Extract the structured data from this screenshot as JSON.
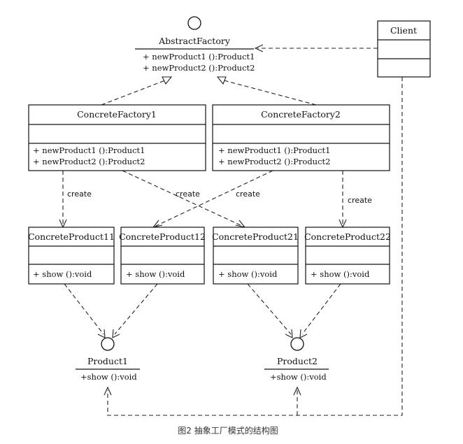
{
  "diagram": {
    "abstract_factory": {
      "name": "AbstractFactory",
      "methods": [
        "+ newProduct1 ():Product1",
        "+ newProduct2 ():Product2"
      ]
    },
    "client": {
      "name": "Client"
    },
    "concrete_factory_1": {
      "name": "ConcreteFactory1",
      "methods": [
        "+ newProduct1 ():Product1",
        "+ newProduct2 ():Product2"
      ]
    },
    "concrete_factory_2": {
      "name": "ConcreteFactory2",
      "methods": [
        "+ newProduct1 ():Product1",
        "+ newProduct2 ():Product2"
      ]
    },
    "products": [
      {
        "name": "ConcreteProduct11",
        "method": "+ show ():void"
      },
      {
        "name": "ConcreteProduct12",
        "method": "+ show ():void"
      },
      {
        "name": "ConcreteProduct21",
        "method": "+ show ():void"
      },
      {
        "name": "ConcreteProduct22",
        "method": "+ show ():void"
      }
    ],
    "interfaces": [
      {
        "name": "Product1",
        "method": "+show ():void"
      },
      {
        "name": "Product2",
        "method": "+show ():void"
      }
    ],
    "create_labels": [
      "create",
      "create",
      "create",
      "create"
    ]
  },
  "caption": "图2 抽象工厂模式的结构图"
}
